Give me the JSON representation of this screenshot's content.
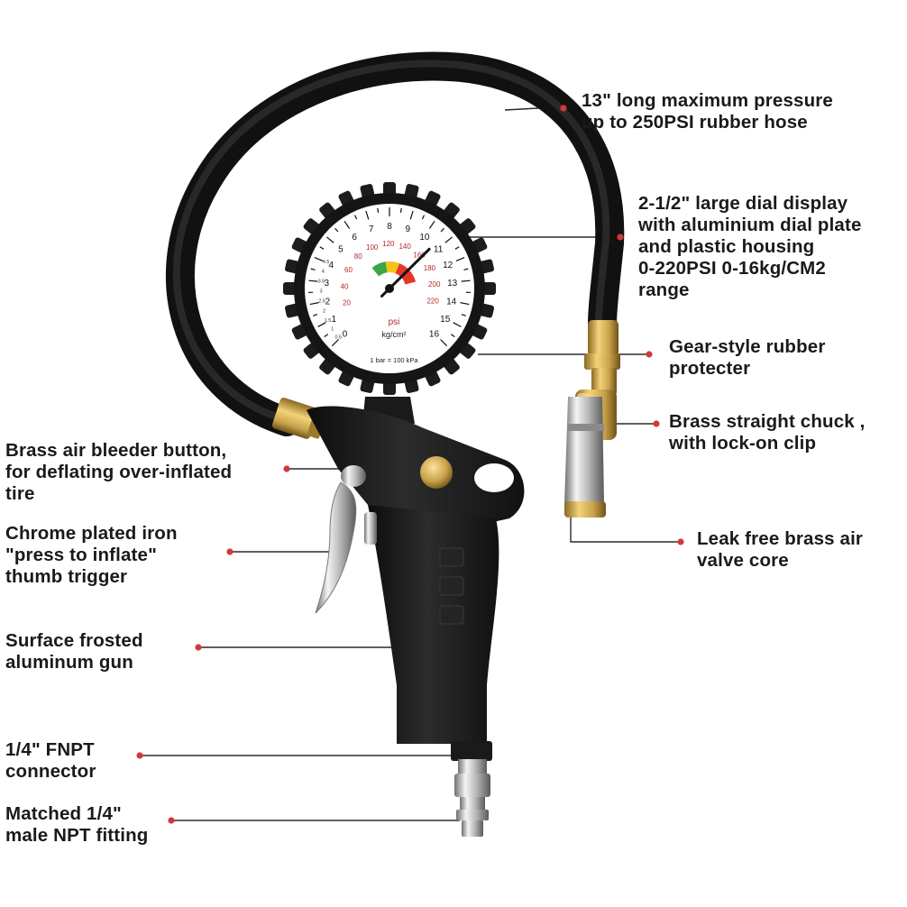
{
  "callouts": {
    "hose": {
      "lines": [
        "13\" long maximum pressure",
        "up to 250PSI rubber hose"
      ]
    },
    "dial": {
      "lines": [
        "2-1/2\" large dial display",
        "with aluminium dial plate",
        "and plastic housing",
        "0-220PSI 0-16kg/CM2",
        "range"
      ]
    },
    "protector": {
      "lines": [
        "Gear-style rubber",
        "protecter"
      ]
    },
    "chuck": {
      "lines": [
        "Brass straight chuck ,",
        "with lock-on clip"
      ]
    },
    "valve_core": {
      "lines": [
        "Leak free brass air",
        "valve core"
      ]
    },
    "bleeder": {
      "lines": [
        "Brass air bleeder button,",
        "for deflating over-inflated",
        "tire"
      ]
    },
    "trigger": {
      "lines": [
        "Chrome plated iron",
        "\"press to inflate\"",
        "thumb trigger"
      ]
    },
    "body": {
      "lines": [
        "Surface frosted",
        "aluminum gun"
      ]
    },
    "fnpt": {
      "lines": [
        "1/4\" FNPT",
        "connector"
      ]
    },
    "fitting": {
      "lines": [
        "Matched 1/4\"",
        "male NPT fitting"
      ]
    }
  },
  "gauge": {
    "outer_scale": [
      "0",
      "1",
      "2",
      "3",
      "4",
      "5",
      "6",
      "7",
      "8",
      "9",
      "10",
      "11",
      "12",
      "13",
      "14",
      "15",
      "16"
    ],
    "inner_scale": [
      "20",
      "40",
      "60",
      "80",
      "100",
      "120",
      "140",
      "160",
      "180",
      "200",
      "220"
    ],
    "small_scale": [
      "0.5",
      "1",
      "1.5",
      "2",
      "2.5",
      "3",
      "3.5",
      "4",
      "4.5"
    ],
    "unit_psi": "psi",
    "unit_kg": "kg/cm²",
    "note": "1 bar = 100 kPa",
    "needle_psi": 150
  },
  "colors": {
    "dot": "#d13a3a",
    "leader": "#2b2b2b",
    "text": "#1a1a1a",
    "rubber": "#1c1c1c",
    "brass": "#c9a24a",
    "chrome": "#c8c8c8",
    "gauge_red": "#e8352b",
    "gauge_yellow": "#f4c419",
    "gauge_green": "#3aa745"
  }
}
